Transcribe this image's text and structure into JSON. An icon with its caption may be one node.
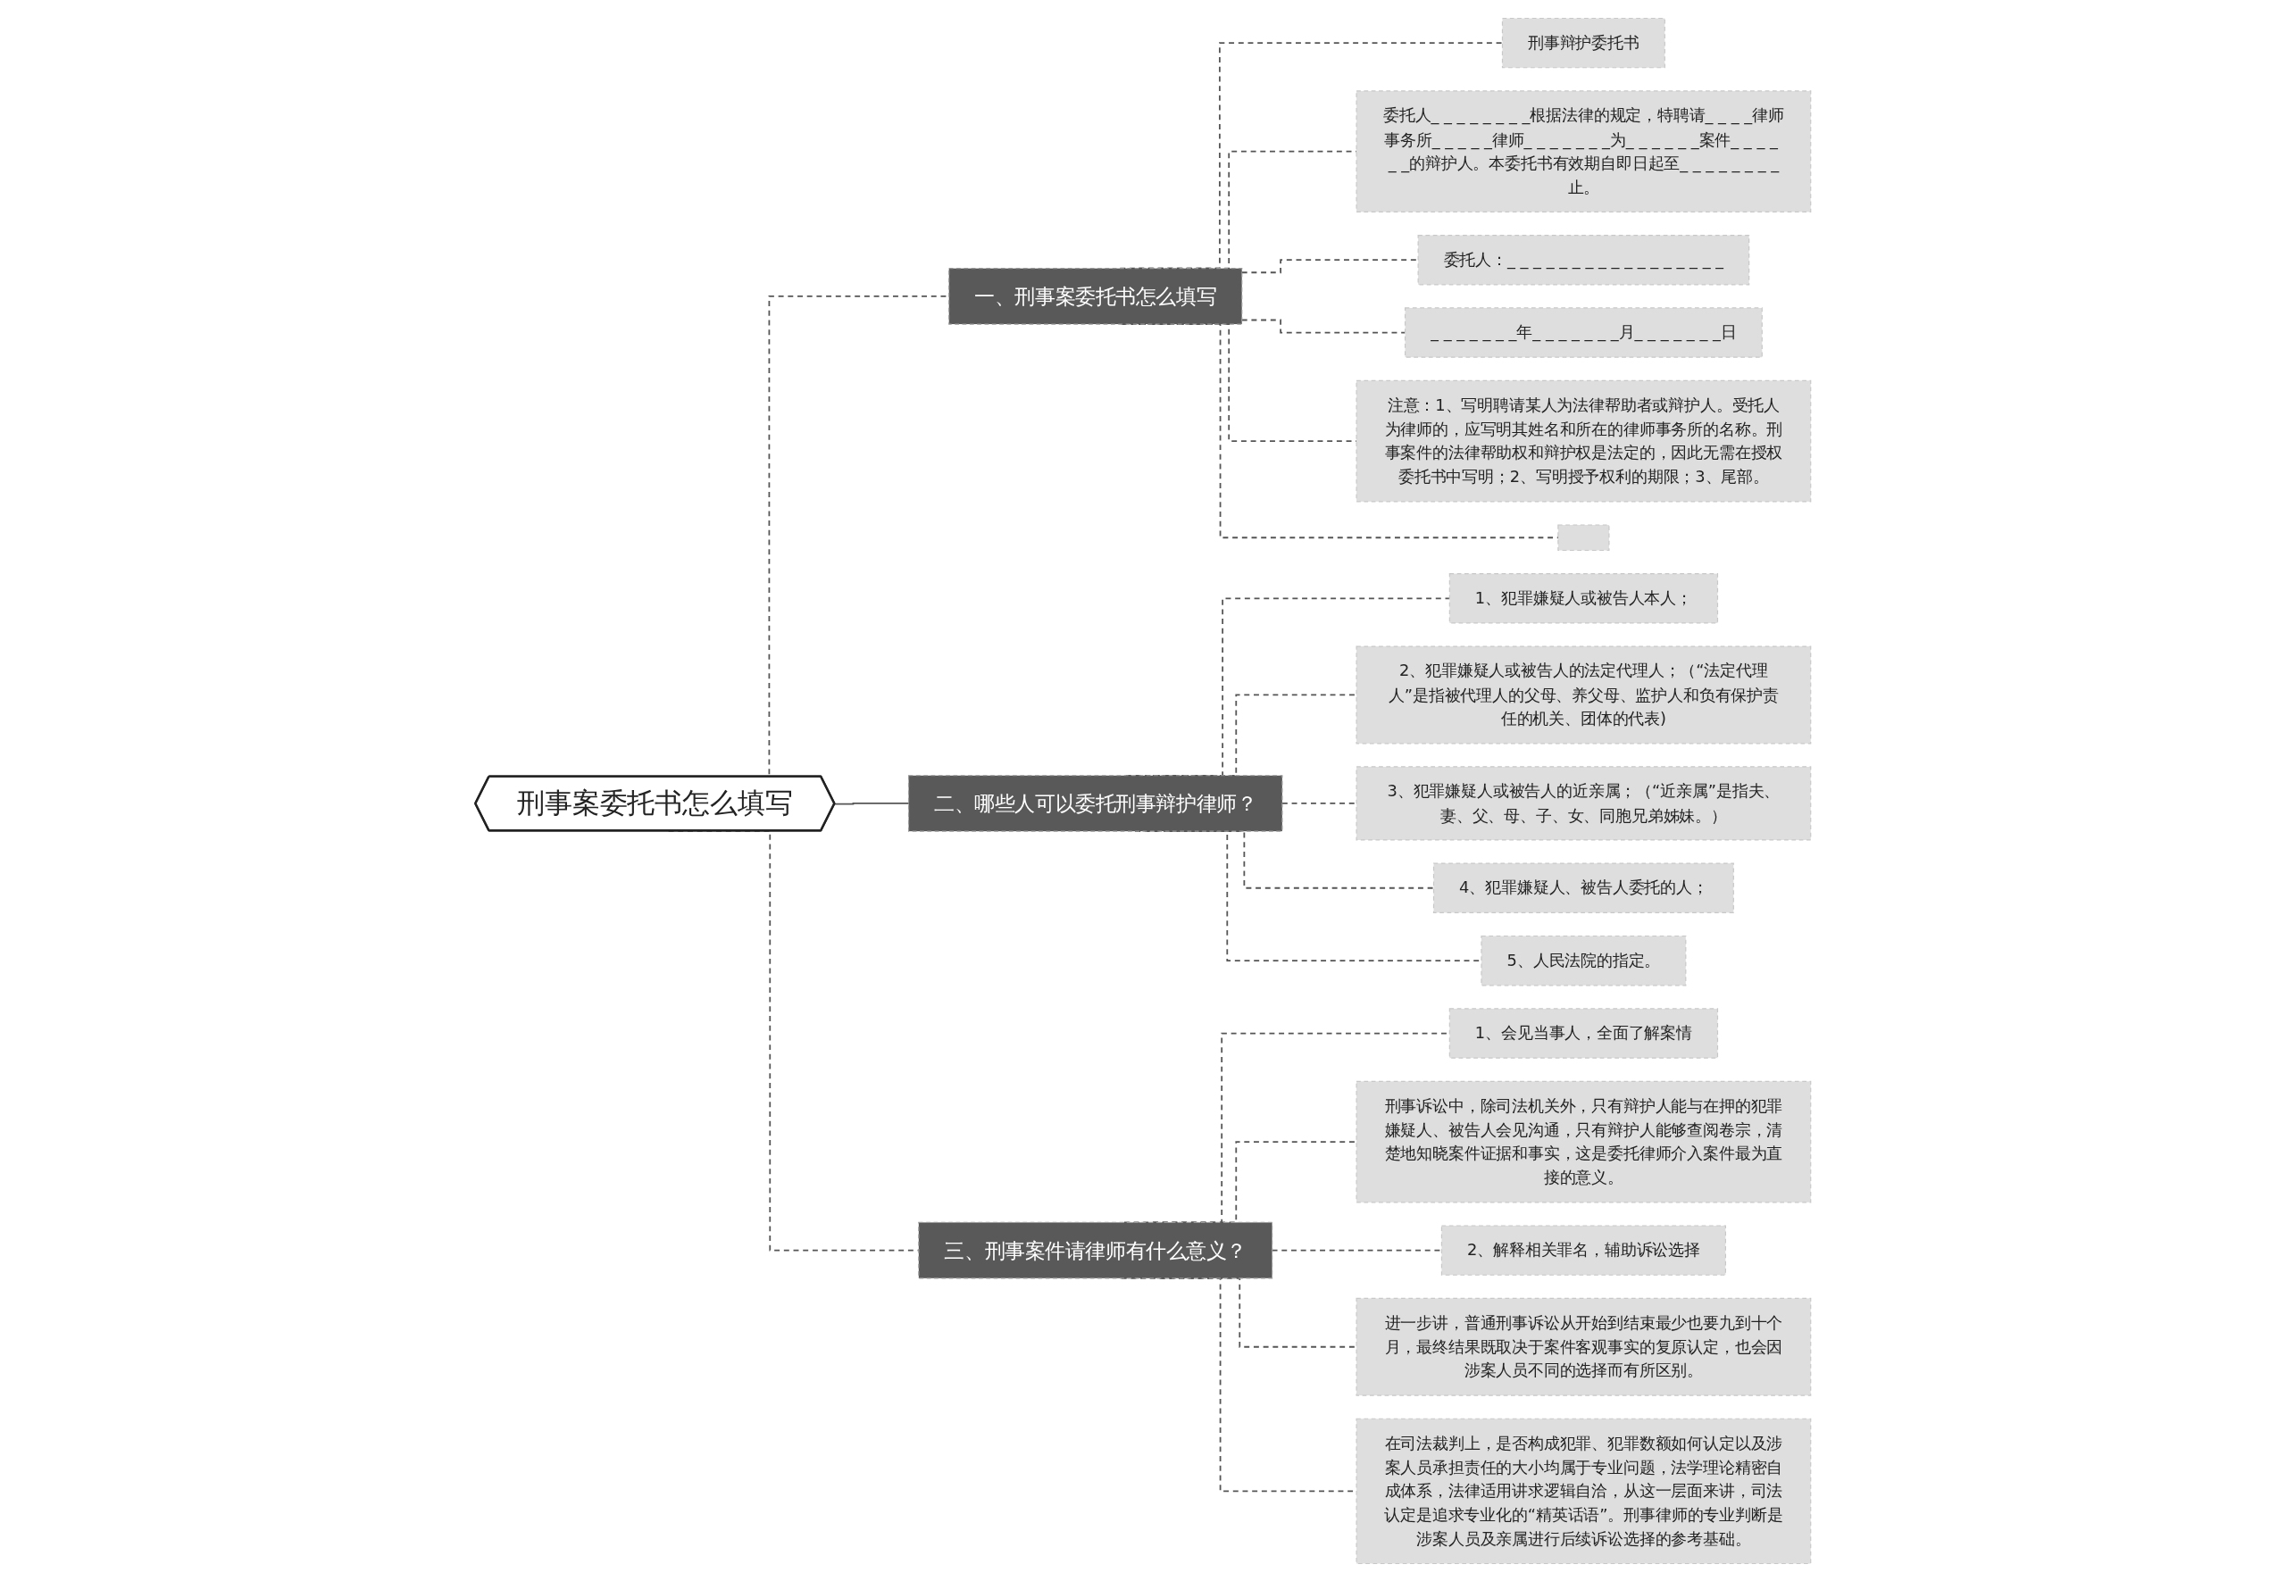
{
  "diagram": {
    "nodes": [
      {
        "text": [
          "刑事案委托书怎么填写"
        ]
      },
      {
        "text": [
          "一、刑事案委托书怎么填写"
        ]
      },
      {
        "text": [
          "刑事辩护委托书"
        ]
      },
      {
        "text": [
          "委托人_ _ _ _ _ _ _ _根据法律的规定，特聘请_ _ _ _律师事务所_ _ _ _ _律师_ _ _ _ _ _ _为_ _ _ _ _ _案件_ _ _ _ _ _的辩护人。本委托书有效期自即日起至_ _ _ _ _ _ _ _止。"
        ]
      },
      {
        "text": [
          "委托人：_ _ _ _ _ _ _ _ _ _ _ _ _ _ _ _ _"
        ]
      },
      {
        "text": [
          "_ _ _ _ _ _ _年_ _ _ _ _ _ _月_ _ _ _ _ _ _日"
        ]
      },
      {
        "text": [
          "注意：1、写明聘请某人为法律帮助者或辩护人。受托人为律师的，应写明其姓名和所在的律师事务所的名称。刑事案件的法律帮助权和辩护权是法定的，因此无需在授权委托书中写明；2、写明授予权利的期限；3、尾部。"
        ]
      },
      {
        "text": [],
        "shape": "box"
      },
      {
        "text": [
          "二、哪些人可以委托刑事辩护律师？"
        ]
      },
      {
        "text": [
          "1、犯罪嫌疑人或被告人本人；"
        ]
      },
      {
        "text": [
          "2、犯罪嫌疑人或被告人的法定代理人；（“法定代理人”是指被代理人的父母、养父母、监护人和负有保护责任的机关、团体的代表)"
        ]
      },
      {
        "text": [
          "3、犯罪嫌疑人或被告人的近亲属；（“近亲属”是指夫、妻、父、母、子、女、同胞兄弟姊妹。）"
        ]
      },
      {
        "text": [
          "4、犯罪嫌疑人、被告人委托的人；"
        ]
      },
      {
        "text": [
          "5、人民法院的指定。"
        ]
      },
      {
        "text": [
          "三、刑事案件请律师有什么意义？"
        ]
      },
      {
        "text": [
          "1、会见当事人，全面了解案情"
        ]
      },
      {
        "text": [
          "刑事诉讼中，除司法机关外，只有辩护人能与在押的犯罪嫌疑人、被告人会见沟通，只有辩护人能够查阅卷宗，清楚地知晓案件证据和事实，这是委托律师介入案件最为直接的意义。"
        ]
      },
      {
        "text": [
          "2、解释相关罪名，辅助诉讼选择"
        ]
      },
      {
        "text": [
          "进一步讲，普通刑事诉讼从开始到结束最少也要九到十个月，最终结果既取决于案件客观事实的复原认定，也会因涉案人员不同的选择而有所区别。"
        ]
      },
      {
        "text": [
          "在司法裁判上，是否构成犯罪、犯罪数额如何认定以及涉案人员承担责任的大小均属于专业问题，法学理论精密自成体系，法律适用讲求逻辑自洽，从这一层面来讲，司法认定是追求专业化的“精英话语”。刑事律师的专业判断是涉案人员及亲属进行后续诉讼选择的参考基础。"
        ]
      }
    ],
    "edges": [
      {
        "from": 0,
        "to": 1,
        "arrow": "none",
        "style": "dashed"
      },
      {
        "from": 1,
        "to": 2,
        "arrow": "none",
        "style": "dashed"
      },
      {
        "from": 1,
        "to": 3,
        "arrow": "none",
        "style": "dashed"
      },
      {
        "from": 1,
        "to": 4,
        "arrow": "none",
        "style": "dashed"
      },
      {
        "from": 1,
        "to": 5,
        "arrow": "none",
        "style": "dashed"
      },
      {
        "from": 1,
        "to": 6,
        "arrow": "none",
        "style": "dashed"
      },
      {
        "from": 1,
        "to": 7,
        "arrow": "none",
        "style": "dashed"
      },
      {
        "from": 0,
        "to": 8,
        "arrow": "none"
      },
      {
        "from": 8,
        "to": 9,
        "arrow": "none",
        "style": "dashed"
      },
      {
        "from": 8,
        "to": 10,
        "arrow": "none",
        "style": "dashed"
      },
      {
        "from": 8,
        "to": 11,
        "arrow": "none",
        "style": "dashed"
      },
      {
        "from": 8,
        "to": 12,
        "arrow": "none",
        "style": "dashed"
      },
      {
        "from": 8,
        "to": 13,
        "arrow": "none",
        "style": "dashed"
      },
      {
        "from": 0,
        "to": 14,
        "arrow": "none",
        "style": "dashed"
      },
      {
        "from": 14,
        "to": 15,
        "arrow": "none",
        "style": "dashed"
      },
      {
        "from": 14,
        "to": 16,
        "arrow": "none",
        "style": "dashed"
      },
      {
        "from": 14,
        "to": 17,
        "arrow": "none",
        "style": "dashed"
      },
      {
        "from": 14,
        "to": 18,
        "arrow": "none",
        "style": "dashed"
      },
      {
        "from": 14,
        "to": 19,
        "arrow": "none",
        "style": "dashed"
      }
    ]
  }
}
